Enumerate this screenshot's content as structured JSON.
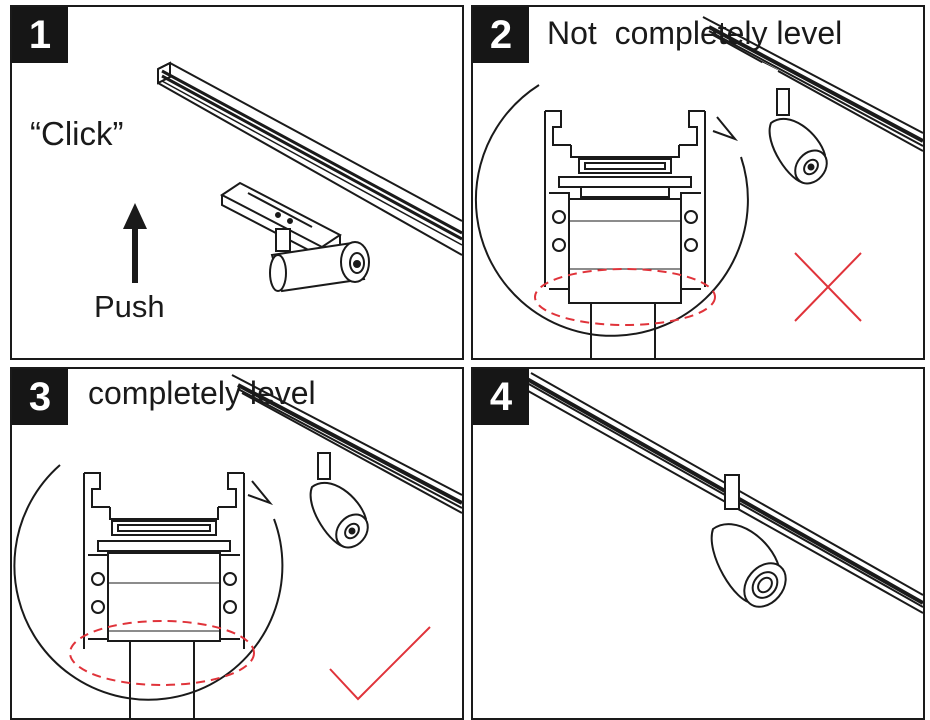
{
  "steps": [
    {
      "number": "1",
      "labels": {
        "click": "“Click”",
        "push": "Push"
      }
    },
    {
      "number": "2",
      "caption": "Not  completely level",
      "result": "cross-icon",
      "result_color": "#e0333a"
    },
    {
      "number": "3",
      "caption": "completely level",
      "result": "check-icon",
      "result_color": "#e0333a"
    },
    {
      "number": "4"
    }
  ],
  "colors": {
    "line": "#1a1a1a",
    "badge": "#161616",
    "highlight": "#e0333a"
  }
}
